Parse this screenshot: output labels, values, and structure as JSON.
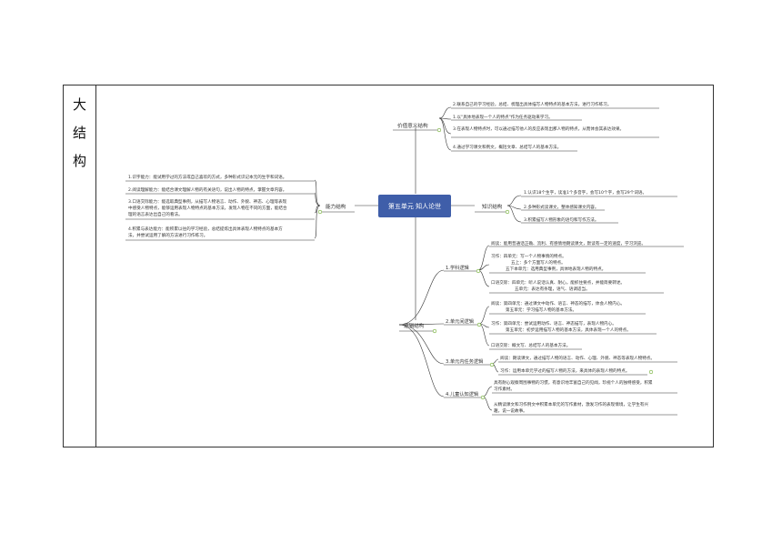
{
  "side_label": [
    "大",
    "结",
    "构"
  ],
  "center": "第五单元 知人论世",
  "branches": {
    "value": {
      "label": "价值意义结构",
      "items": [
        "2.联系自己的学习经验，总结、梳理出具体描写人物特点的基本方法，进行习作练习。",
        "1.以\"具体地表现一个人的特点\"作为任务驱动来学习。",
        "3.在表现人物特点时，可以通过描写他人的反应表现出那人物的特点，从而体会其表达效果。",
        "4.通过学习课文和例文，概括文章、总结写人的基本方法。"
      ]
    },
    "knowledge": {
      "label": "知识结构",
      "items": [
        "1.认识18个生字，读准1个多音字，会写10个字，会写29个词语。",
        "2.多种形式读课文，整体感知课文内容。",
        "3.积累描写人物形象的语句和写作方法。"
      ]
    },
    "ability": {
      "label": "能力结构",
      "items": [
        [
          "1.识字能力：能试用学过的方法或自己喜欢的方式，多种形式识记本元的生字和词语。"
        ],
        [
          "2.阅读理解能力：能结合课文理解人物的有关语句，说出人物的特点，掌握文章内容。"
        ],
        [
          "3.口语交际能力：能选取典型事例，从描写人物语言、动作、外貌、神态、心理等表现",
          "中感受人物特点，能够运用表现人物特点的基本方法，发现人物在不同的方面，能结合",
          "理的语言表达出自己的看法。"
        ],
        [
          "4.积累与表达能力：能积累以往的学习经验，总结提炼出具体表现人物特点的基本方",
          "法，并尝试运用了解的方法进行习作练习。"
        ]
      ]
    },
    "logic": {
      "label": "逻辑结构",
      "groups": [
        {
          "label": "1.学科逻辑",
          "items": [
            [
              "阅读：能用普通话正确、流利、有感情地朗读课文，默读有一定的速度，学习浏览。"
            ],
            [
              "习作：四单元：写一个人物事情的特点。",
              "五上：多个方面写人的特点。",
              "五下本单元：选用典型事例，具体地表现人物的特点。"
            ],
            [
              "口语交际：四单元：听人说话认真、耐心，能抓住要点，并能简要转述。",
              "五单元：表达有条理，语气、语调适当。"
            ]
          ]
        },
        {
          "label": "2.单元间逻辑",
          "items": [
            [
              "阅读：第四单元：通过课文中动作、语言、神态的描写，体会人物内心。",
              "第五单元：学习描写人物的基本方法。"
            ],
            [
              "习作：第四单元：尝试运用动作、语言、神态描写，表现人物内心。",
              "第五单元：初步运用描写人物的基本方法，具体表现一个人的特点。"
            ],
            [
              "口语交际：概文写、总结写人的基本方法。"
            ]
          ]
        },
        {
          "label": "3.单元内任务逻辑",
          "items": [
            [
              "阅读：朗读课文，通过描写人物的语言、动作、心理、外貌、神态等表现人物特点。"
            ],
            [
              "习作：运用本单元学过的描写人物的方法，来具体的表现人物的特点。"
            ]
          ]
        },
        {
          "label": "4.儿童认知逻辑",
          "items": [
            [
              "具有耐心观察周围事物的习惯，有意识地丰富自己的见闻，珍视个人的独特感受，积累",
              "习作素材。"
            ],
            [
              "从精读课文和习作例文中积累本单元的写作素材，激发习作的表现情境，让学生有兴",
              "趣，说一说故事。"
            ]
          ]
        }
      ]
    }
  },
  "colors": {
    "center_fill": "#3f5ea9",
    "connector": "#333333",
    "leaf_dot": "#6aaa2a",
    "node_line": "#333333"
  }
}
